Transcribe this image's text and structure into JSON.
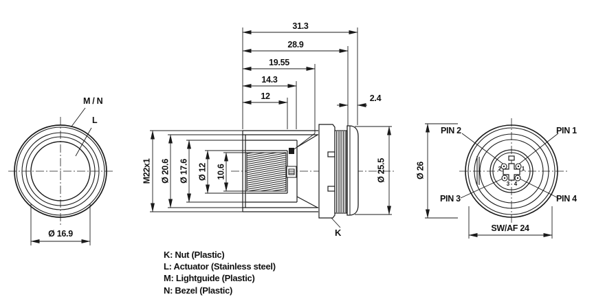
{
  "front_view": {
    "labels": {
      "lightguide_bezel": "M / N",
      "actuator": "L"
    },
    "dim_actuator_diameter": "Ø 16.9"
  },
  "section_view": {
    "dims": {
      "overall_length": "31.3",
      "length_to_bezel_rear": "28.9",
      "length_mid": "19.55",
      "length_inner": "14.3",
      "thread_length": "12",
      "bezel_thickness": "2.4",
      "thread_spec": "M22x1",
      "body_diameter": "Ø 20.6",
      "bore_diameter": "Ø 17.6",
      "actuator_diameter": "Ø 12",
      "actuator_height": "10.6",
      "bezel_diameter": "Ø 25.5"
    },
    "nut_label": "K"
  },
  "rear_view": {
    "pin1": "PIN 1",
    "pin2": "PIN 2",
    "pin3": "PIN 3",
    "pin4": "PIN 4",
    "pin_numbers": {
      "n1": "1",
      "n2": "2",
      "n3": "3",
      "n4": "4"
    },
    "dim_diameter": "Ø 26",
    "dim_across_flats": "SW/AF 24"
  },
  "legend": {
    "k": "K: Nut (Plastic)",
    "l": "L: Actuator (Stainless steel)",
    "m": "M: Lightguide (Plastic)",
    "n": "N: Bezel (Plastic)"
  }
}
